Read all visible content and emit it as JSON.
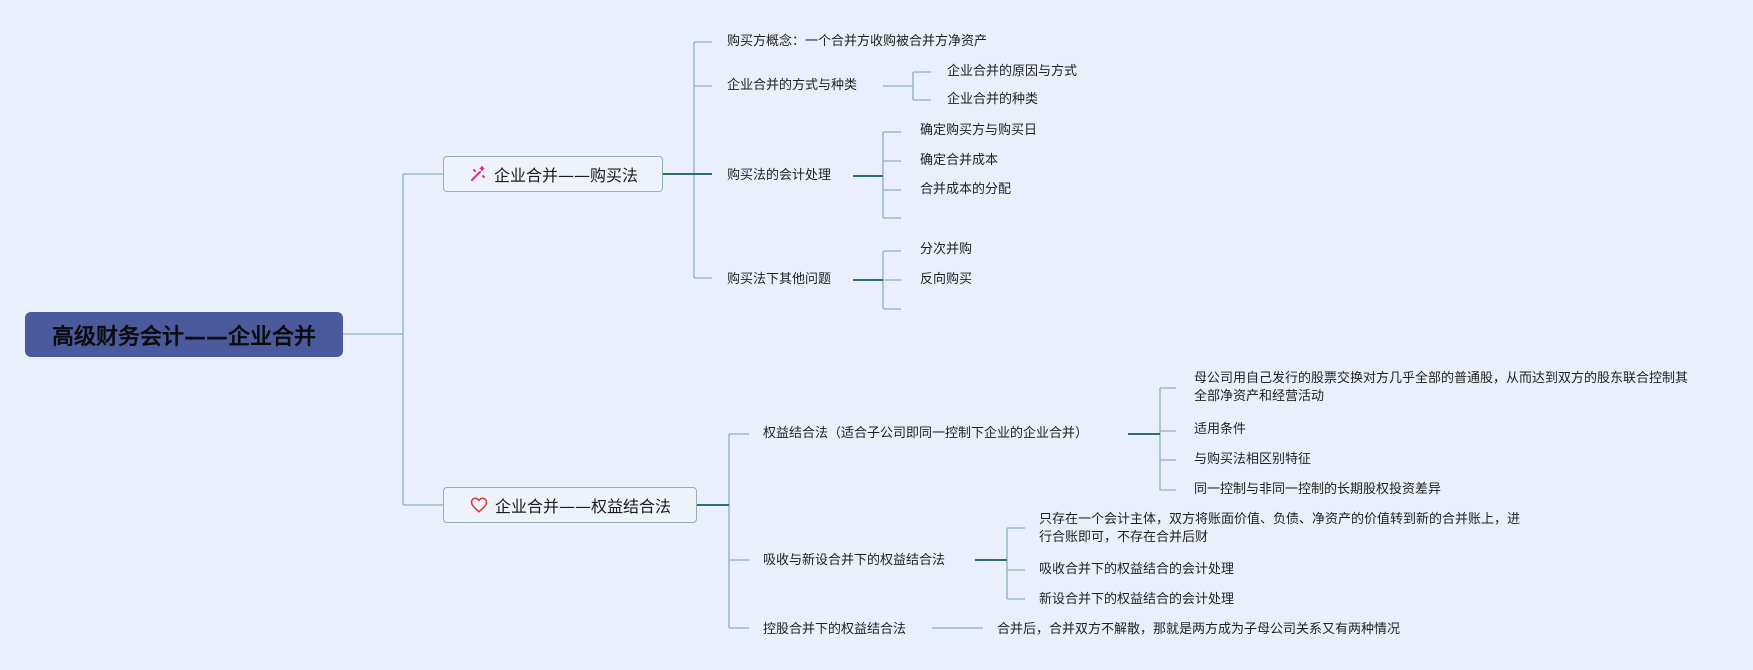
{
  "root": {
    "label": "高级财务会计——企业合并"
  },
  "branch1": {
    "label": "企业合并——购买法",
    "icon": "sparkle-icon",
    "children": {
      "concept": "购买方概念：一个合并方收购被合并方净资产",
      "method_types": {
        "label": "企业合并的方式与种类",
        "items": [
          "企业合并的原因与方式",
          "企业合并的种类"
        ]
      },
      "accounting": {
        "label": "购买法的会计处理",
        "items": [
          "确定购买方与购买日",
          "确定合并成本",
          "合并成本的分配"
        ]
      },
      "other": {
        "label": "购买法下其他问题",
        "items": [
          "分次并购",
          "反向购买"
        ]
      }
    }
  },
  "branch2": {
    "label": "企业合并——权益结合法",
    "icon": "heart-icon",
    "children": {
      "pooling": {
        "label": "权益结合法（适合子公司即同一控制下企业的企业合并）",
        "items": [
          "母公司用自己发行的股票交换对方几乎全部的普通股，从而达到双方的股东联合控制其全部净资产和经营活动",
          "适用条件",
          "与购买法相区别特征",
          "同一控制与非同一控制的长期股权投资差异"
        ]
      },
      "absorb": {
        "label": "吸收与新设合并下的权益结合法",
        "items": [
          "只存在一个会计主体，双方将账面价值、负债、净资产的价值转到新的合并账上，进行合账即可，不存在合并后财",
          "吸收合并下的权益结合的会计处理",
          "新设合并下的权益结合的会计处理"
        ]
      },
      "holding": {
        "label": "控股合并下的权益结合法",
        "items": [
          "合并后，合并双方不解散，那就是两方成为子母公司关系又有两种情况"
        ]
      }
    }
  },
  "colors": {
    "line": "#8fb1b4",
    "line_dark": "#2e6e6b",
    "root_bg": "#4a5a9c",
    "sparkle": "#e0307a",
    "heart": "#e03535"
  }
}
